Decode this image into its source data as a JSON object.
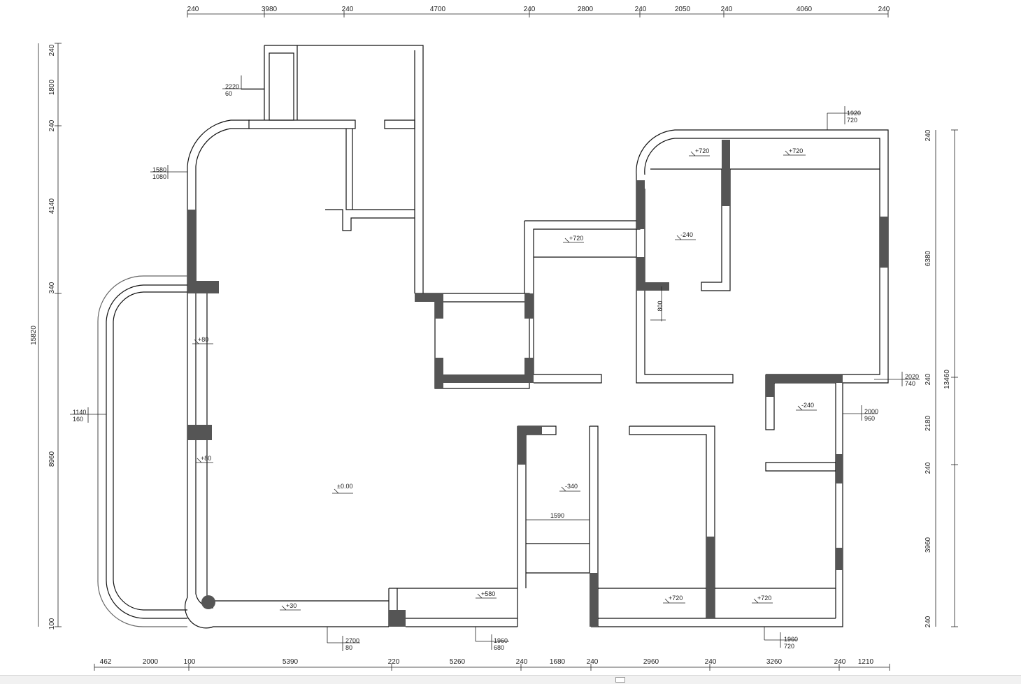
{
  "dims_top": [
    "240",
    "3980",
    "240",
    "4700",
    "240",
    "2800",
    "240",
    "2050",
    "240",
    "4060",
    "240"
  ],
  "dims_bottom": [
    "462",
    "2000",
    "100",
    "5390",
    "220",
    "5260",
    "240",
    "1680",
    "240",
    "2960",
    "240",
    "3260",
    "240",
    "1210"
  ],
  "dims_left": [
    "240",
    "1800",
    "240",
    "4140",
    "340",
    "8960",
    "100"
  ],
  "dim_left_total": "15820",
  "dims_right": [
    "240",
    "6380",
    "240",
    "2180",
    "240",
    "3960",
    "240"
  ],
  "dim_right_total": "13460",
  "windows": [
    {
      "a": "2220",
      "b": "60"
    },
    {
      "a": "1580",
      "b": "1080"
    },
    {
      "a": "1140",
      "b": "160"
    },
    {
      "a": "1920",
      "b": "720"
    },
    {
      "a": "2020",
      "b": "740"
    },
    {
      "a": "2000",
      "b": "960"
    },
    {
      "a": "2700",
      "b": "80"
    },
    {
      "a": "1960",
      "b": "680"
    },
    {
      "a": "1960",
      "b": "720"
    }
  ],
  "levels": [
    "±0.00",
    "+80",
    "+80",
    "+30",
    "+580",
    "+720",
    "+720",
    "+720",
    "+720",
    "+720",
    "-240",
    "-240",
    "-340"
  ],
  "inner_dims": [
    "800",
    "1590"
  ],
  "colors": {
    "wall": "#111111",
    "column": "#555555",
    "background": "#ffffff"
  }
}
